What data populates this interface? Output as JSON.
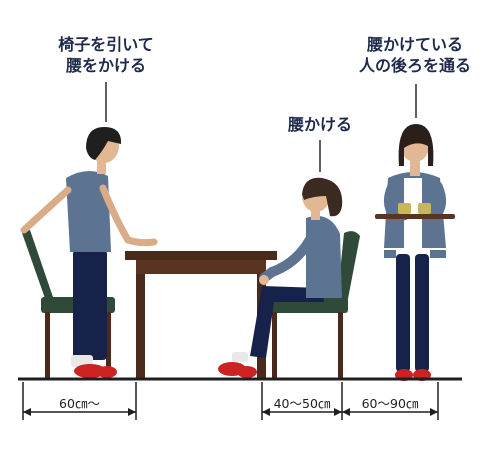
{
  "captions": {
    "standing_person": [
      "椅子を引いて",
      "腰をかける"
    ],
    "sitting_person": "腰かける",
    "walking_person": [
      "腰かけている",
      "人の後ろを通る"
    ]
  },
  "dimensions": {
    "pull_chair_space": "60㎝〜",
    "seat_depth": "40〜50㎝",
    "passage_width": "60〜90㎝"
  },
  "colors": {
    "text": "#1e2a4a",
    "table": "#4a2a1a",
    "chair": "#2f4a38",
    "shirt": "#5d7392",
    "pants": "#17224a",
    "slippers": "#cc2222"
  }
}
